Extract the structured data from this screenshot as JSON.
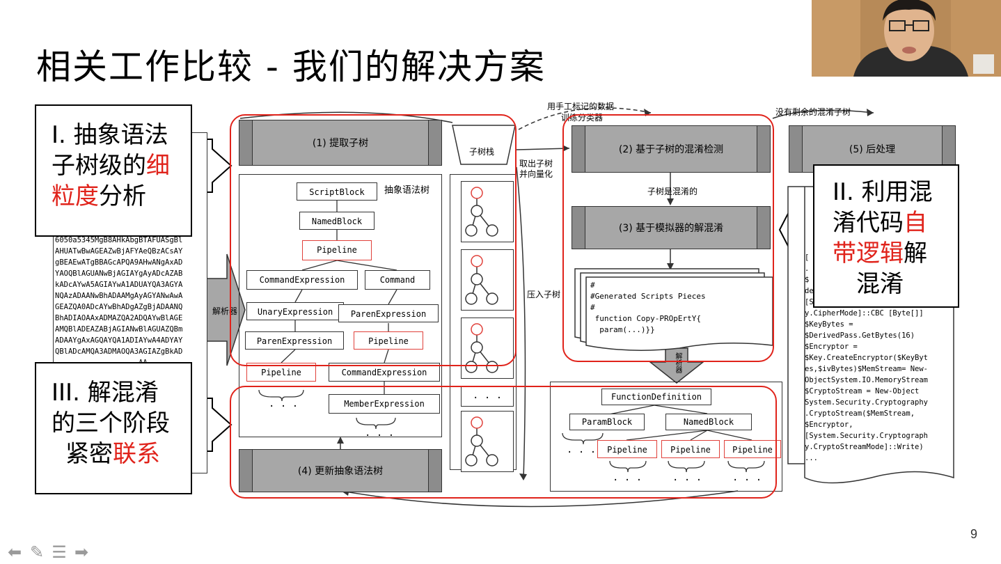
{
  "slide": {
    "title": "相关工作比较 - 我们的解决方案",
    "page_number": "9"
  },
  "callouts": [
    {
      "prefix": "I. 抽象语法",
      "line2": "子树级的",
      "red2": "细",
      "red3": "粒度",
      "line3": "分析"
    },
    {
      "prefix": "II. 利用混",
      "line2": "淆代码",
      "red2": "自",
      "red3": "带逻辑",
      "line3": "解",
      "line4": "混淆"
    },
    {
      "prefix": "III. 解混淆",
      "line2": "的三个阶段",
      "line3": "紧密",
      "red3": "联系"
    }
  ],
  "stages": {
    "s1": "(1)  提取子树",
    "s2": "(2)  基于子树的混淆检测",
    "s3": "(3)  基于模拟器的解混淆",
    "s4": "(4)  更新抽象语法树",
    "s5": "(5)  后处理"
  },
  "labels": {
    "ast": "抽象语法树",
    "subtree_stack": "子树栈",
    "parser": "解析器",
    "parser2": "解析器",
    "handlabel": "用手工标记的数据",
    "train": "训练分类器",
    "pop": "取出子树",
    "vectorize": "并向量化",
    "is_obf": "子树是混淆的",
    "push": "压入子树",
    "no_remaining": "没有剩余的混淆子树"
  },
  "ast_nodes": {
    "scriptblock": "ScriptBlock",
    "namedblock": "NamedBlock",
    "pipeline1": "Pipeline",
    "cmdexpr": "CommandExpression",
    "command": "Command",
    "unary": "UnaryExpression",
    "paren1": "ParenExpression",
    "paren2": "ParenExpression",
    "pipeline2": "Pipeline",
    "pipeline3": "Pipeline",
    "cmdexpr2": "CommandExpression",
    "member": "MemberExpression",
    "dots": ". . .",
    "funcdef": "FunctionDefinition",
    "paramblock": "ParamBlock",
    "namedblock2": "NamedBlock",
    "pipeline4": "Pipeline",
    "pipeline5": "Pipeline",
    "pipeline6": "Pipeline"
  },
  "generated": {
    "text": "#\n#Generated Scripts Pieces\n#\n function Copy-PROpErtY{\n  param(...)}}"
  },
  "left_code": {
    "text": "                   :s\n                   ICo\n                   Ab1\n6050a5345MgB8AHkAbgBTAFUASgBl\nAHUATwBwAGEAZwBjAFYAeQBzACsAY\ngBEAEwATgBBAGcAPQA9AHwANgAxAD\nYAOQBlAGUANwBjAGIAYgAyADcAZAB\nkADcAYwA5AGIAYwA1ADUAYQA3AGYA\nNQAzADAANwBhADAAMgAyAGYANwAwA\nGEAZQA0ADcAYwBhADgAZgBjADAANQ\nBhADIAOAAxADMAZQA2ADQAYwBlAGE\nAMQBlADEAZABjAGIANwBlAGUAZQBm\nADAAYgAxAGQAYQA1ADIAYwA4ADYAY\nQBlADcAMQA3ADMAOQA3AGIAZgBkAD\n                   AA\n                   gA\n                   mA\n                   QA"
  },
  "right_code": {
    "text": "[\n.\n$\nde\n[S\ny.CipherMode]::CBC [Byte[]]\n$KeyBytes =\n$DerivedPass.GetBytes(16)\n$Encryptor =\n$Key.CreateEncryptor($KeyByt\nes,$ivBytes)$MemStream= New-\nObjectSystem.IO.MemoryStream\n$CryptoStream = New-Object\nSystem.Security.Cryptography\n.CryptoStream($MemStream,\n$Encryptor,\n[System.Security.Cryptograph\ny.CryptoStreamMode]::Write)\n..."
  },
  "nav": {
    "icons": [
      "arrow-left-icon",
      "pen-icon",
      "menu-icon",
      "arrow-right-icon"
    ]
  },
  "colors": {
    "red": "#e0231b",
    "stage_gray": "#a7a7a7"
  }
}
